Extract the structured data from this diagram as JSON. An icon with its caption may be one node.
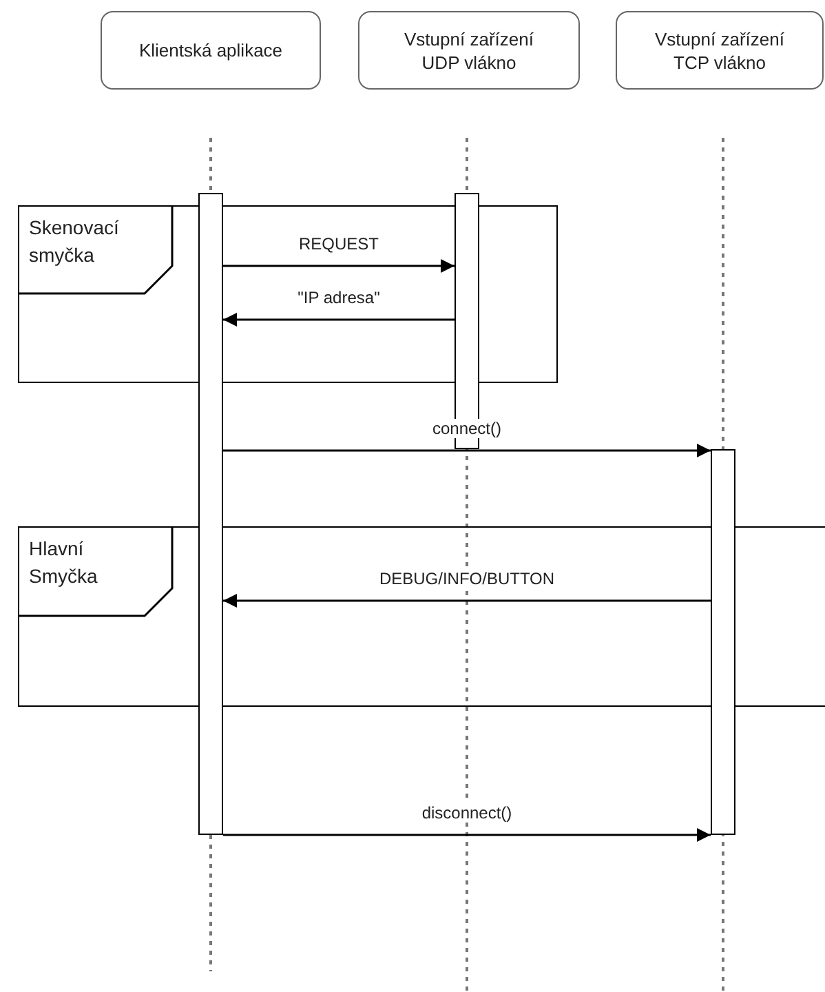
{
  "diagram": {
    "nodes": [
      {
        "text": [
          "Klientská aplikace"
        ]
      },
      {
        "text": [
          "Vstupní zařízení UDP vlákno"
        ]
      },
      {
        "text": [
          "Vstupní zařízení TCP vlákno"
        ]
      },
      {
        "text": [],
        "shape": "bar"
      },
      {
        "text": [],
        "shape": "bar"
      },
      {
        "text": [
          "Skenovací smyčka"
        ]
      },
      {
        "text": [],
        "shape": "bar"
      },
      {
        "text": [
          "Hlavní Smyčka"
        ]
      }
    ],
    "edges": [
      {
        "from": 3,
        "to": 4,
        "arrow": "to",
        "label": "REQUEST"
      },
      {
        "from": 4,
        "to": 3,
        "arrow": "to",
        "label": "\"IP adresa\""
      },
      {
        "from": 3,
        "to": 6,
        "arrow": "to",
        "label": "connect()"
      },
      {
        "from": 6,
        "to": 3,
        "arrow": "to",
        "label": "DEBUG/INFO/BUTTON"
      },
      {
        "from": 3,
        "to": 6,
        "arrow": "to",
        "label": "disconnect()"
      }
    ]
  }
}
